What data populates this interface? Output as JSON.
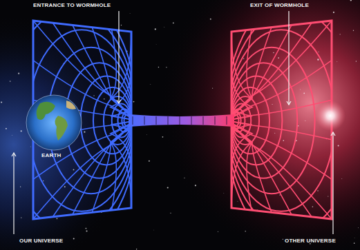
{
  "diagram": {
    "labels": [
      "ENTRANCE TO WORMHOLE",
      "EXIT OF WORMHOLE",
      "EARTH",
      "OUR UNIVERSE",
      "OTHER UNIVERSE"
    ]
  }
}
